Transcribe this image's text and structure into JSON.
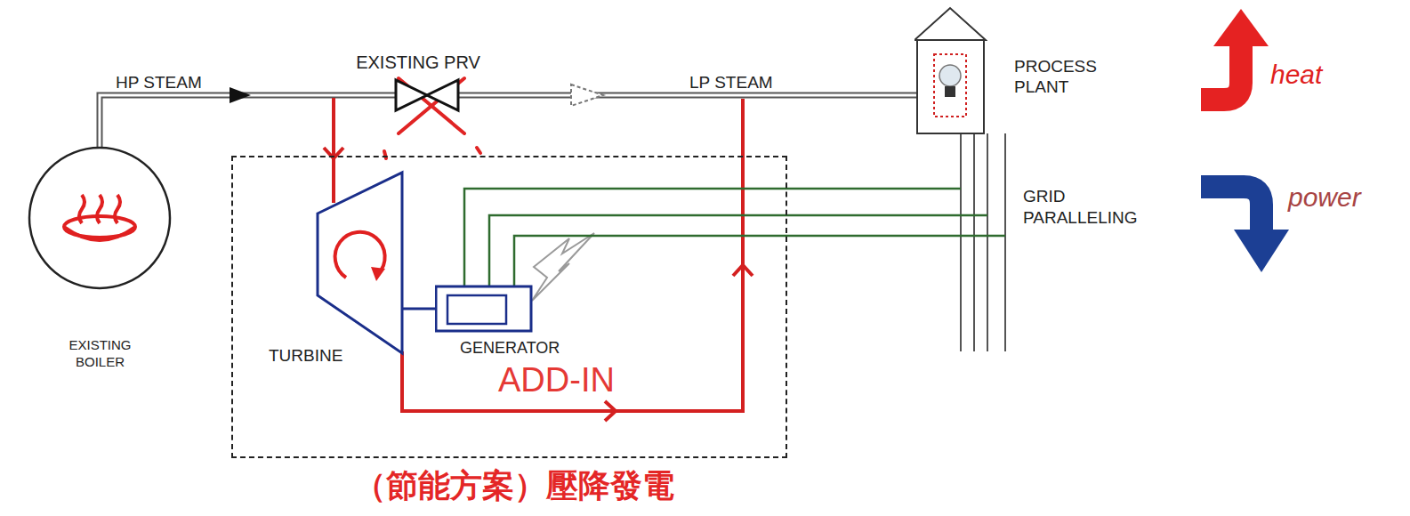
{
  "diagram": {
    "caption": "（節能方案）壓降發電",
    "nodes": [
      {
        "text": [
          "EXISTING BOILER"
        ]
      },
      {
        "text": [
          "EXISTING PRV"
        ]
      },
      {
        "text": [
          "PROCESS PLANT"
        ]
      },
      {
        "text": [
          "ADD-IN"
        ]
      },
      {
        "text": [
          "TURBINE"
        ],
        "in": 3
      },
      {
        "text": [
          "GENERATOR"
        ],
        "in": 3
      }
    ],
    "edges": [
      {
        "from": 0,
        "to": 1,
        "arrow": "to",
        "label": "HP STEAM"
      },
      {
        "from": 1,
        "to": 2,
        "arrow": "to",
        "label": "LP STEAM"
      },
      {
        "from": 0,
        "to": 4,
        "arrow": "to"
      },
      {
        "from": 4,
        "to": 2,
        "arrow": "to"
      },
      {
        "from": 4,
        "to": 5,
        "arrow": "none"
      },
      {
        "from": 5,
        "to": 2,
        "arrow": "none"
      }
    ],
    "labels": [
      "GRID PARALLELING",
      "heat",
      "power"
    ]
  }
}
